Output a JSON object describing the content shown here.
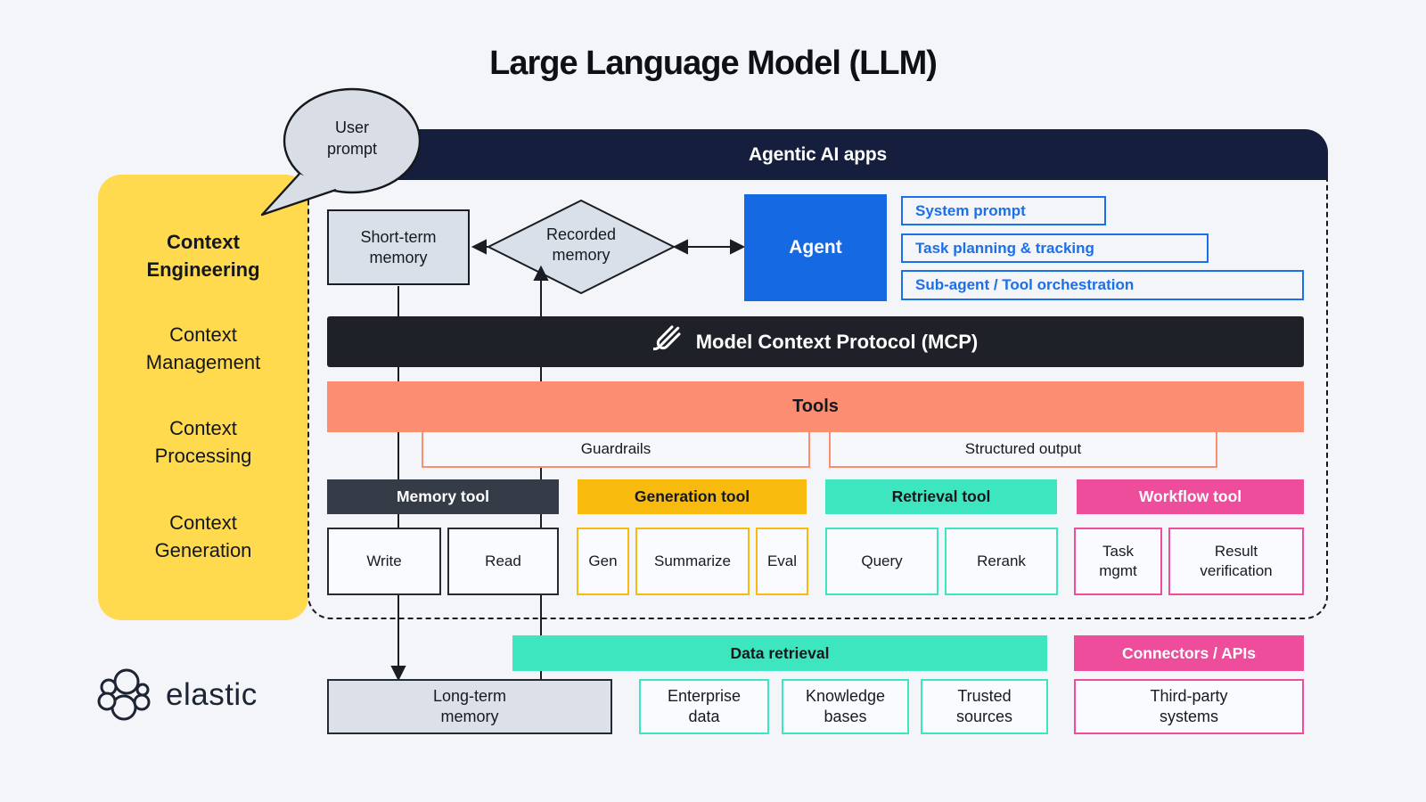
{
  "title": "Large Language Model (LLM)",
  "bubble": {
    "label": "User\nprompt"
  },
  "header": {
    "label": "Agentic AI apps"
  },
  "context_panel": {
    "items": [
      "Context\nEngineering",
      "Context\nManagement",
      "Context\nProcessing",
      "Context\nGeneration"
    ]
  },
  "flow": {
    "short_term": "Short-term\nmemory",
    "recorded": "Recorded\nmemory",
    "long_term": "Long-term\nmemory"
  },
  "agent": {
    "label": "Agent",
    "capabilities": [
      "System prompt",
      "Task planning & tracking",
      "Sub-agent / Tool orchestration"
    ]
  },
  "mcp": {
    "label": "Model Context Protocol (MCP)",
    "icon": "mcp-logo-icon"
  },
  "tools": {
    "label": "Tools",
    "wrappers": [
      "Guardrails",
      "Structured output"
    ],
    "sections": [
      {
        "label": "Memory tool",
        "items": [
          "Write",
          "Read"
        ]
      },
      {
        "label": "Generation tool",
        "items": [
          "Gen",
          "Summarize",
          "Eval"
        ]
      },
      {
        "label": "Retrieval tool",
        "items": [
          "Query",
          "Rerank"
        ]
      },
      {
        "label": "Workflow tool",
        "items": [
          "Task\nmgmt",
          "Result\nverification"
        ]
      }
    ]
  },
  "bottom": {
    "data_retrieval": {
      "label": "Data retrieval",
      "items": [
        "Enterprise\ndata",
        "Knowledge\nbases",
        "Trusted\nsources"
      ]
    },
    "connectors": {
      "label": "Connectors / APIs",
      "items": [
        "Third-party\nsystems"
      ]
    }
  },
  "brand": {
    "label": "elastic",
    "icon": "elastic-logo-icon"
  },
  "colors": {
    "background": "#F3F5F9",
    "navy_header": "#151E3C",
    "context_yellow": "#FFD94E",
    "agent_blue": "#1569E3",
    "capability_blue": "#1B6FE8",
    "mcp_black": "#1E2127",
    "tools_salmon": "#FB8D71",
    "memory_slate": "#363B48",
    "generation_amber": "#F8BA0C",
    "retrieval_teal": "#3EE6C0",
    "workflow_pink": "#EE4D9C",
    "memory_gray": "#DAE0E9",
    "ink": "#15181D"
  }
}
